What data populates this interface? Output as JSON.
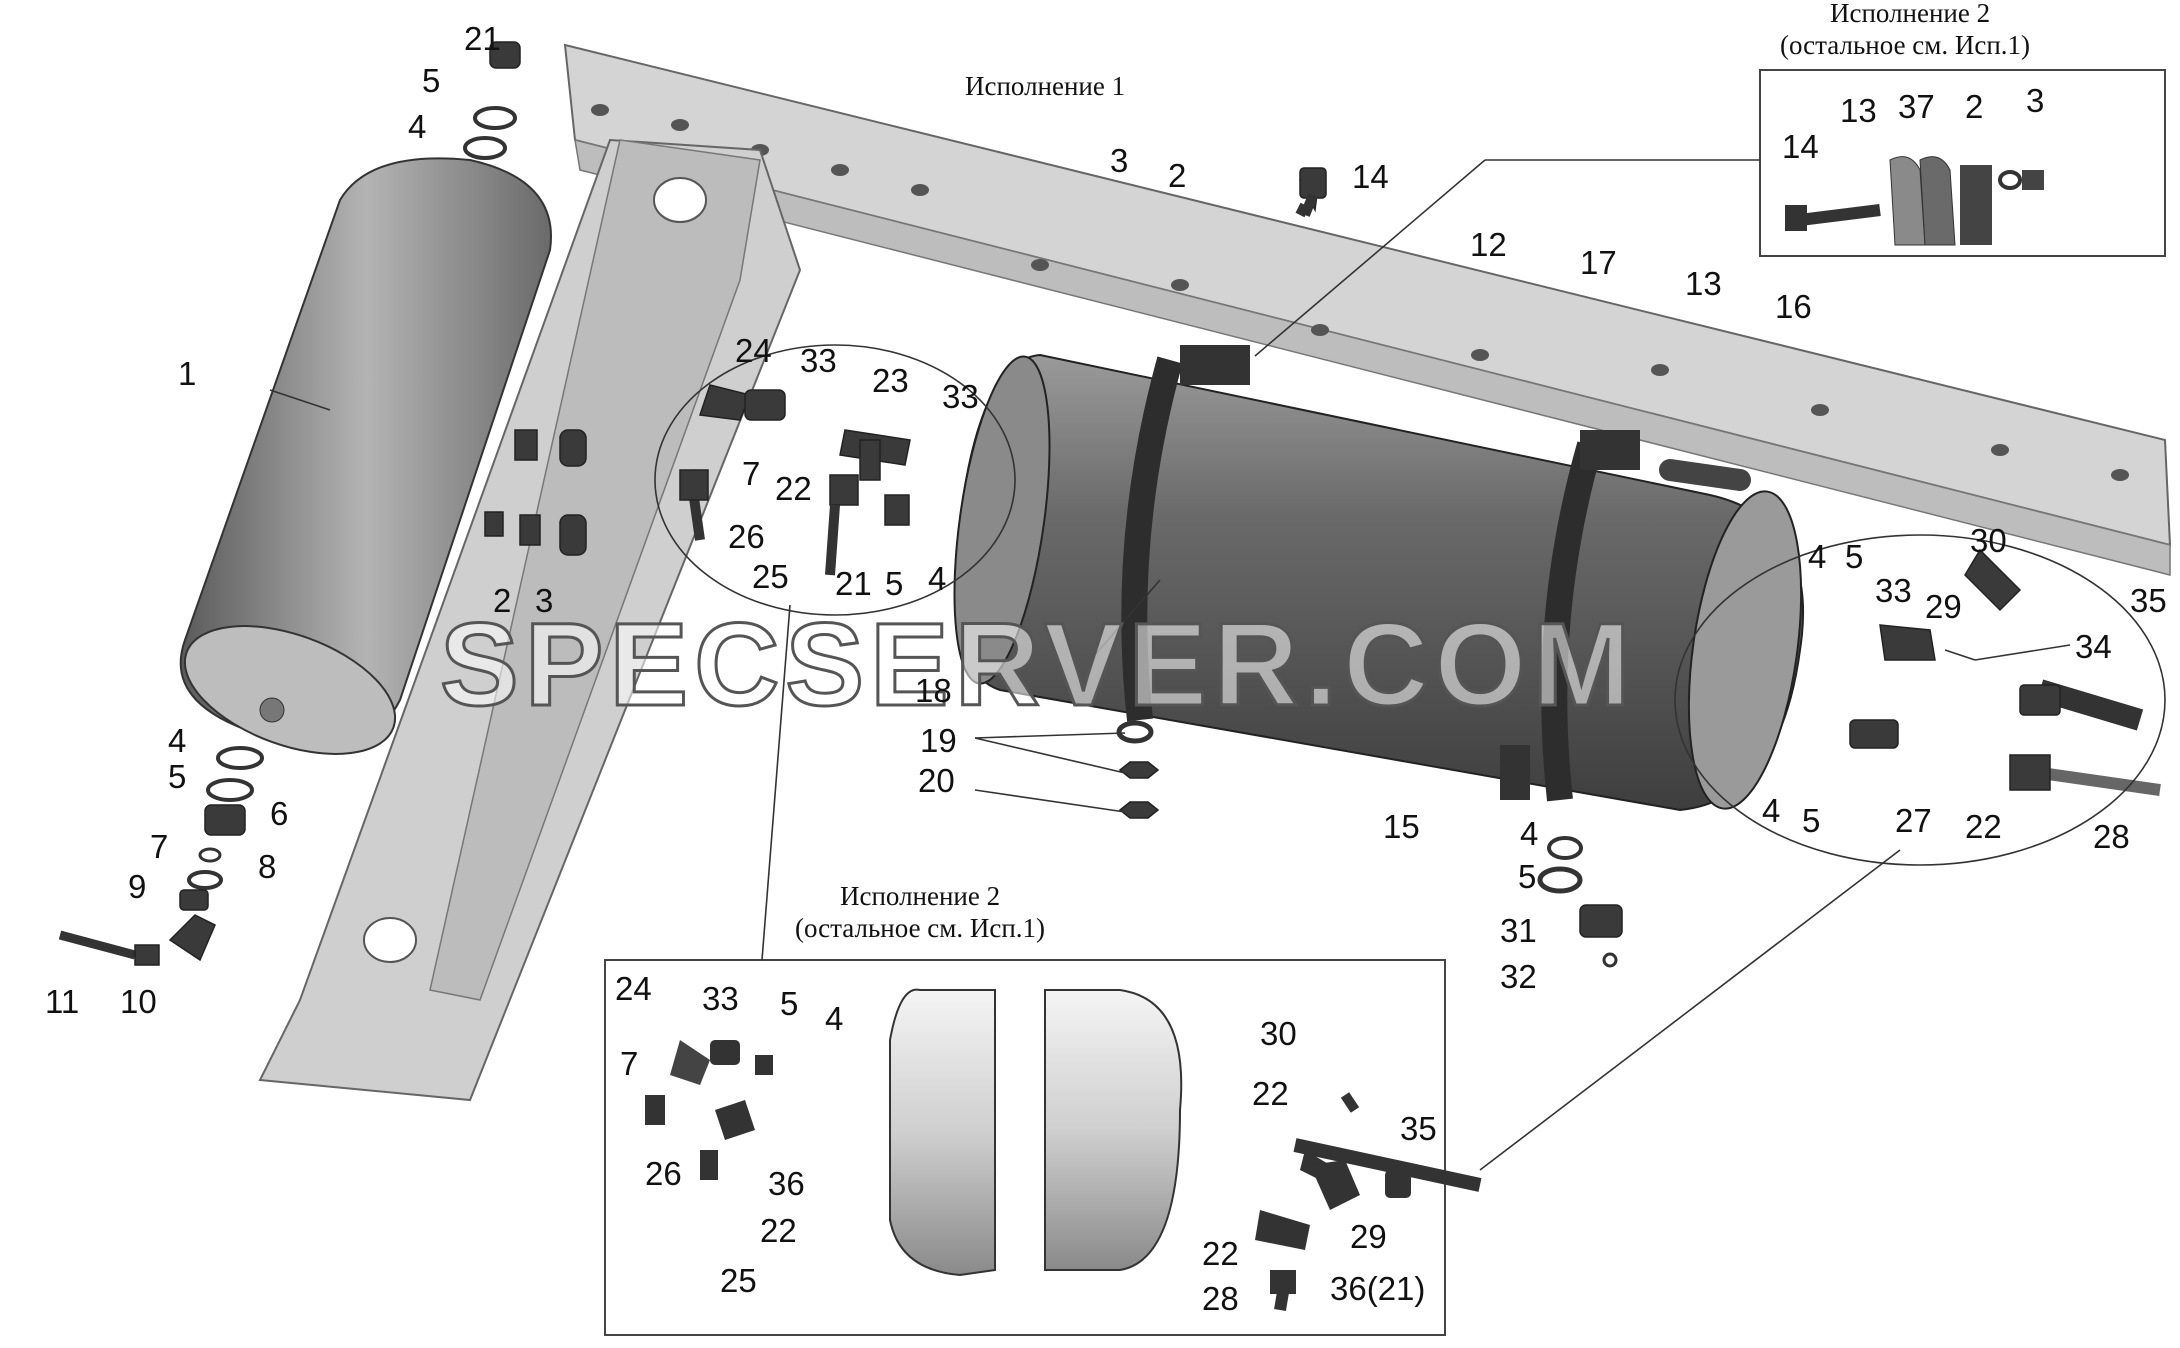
{
  "captions": {
    "isp1": "Исполнение 1",
    "isp2_top_line1": "Исполнение 2",
    "isp2_top_line2": "(остальное см. Исп.1)",
    "isp2_bottom_line1": "Исполнение 2",
    "isp2_bottom_line2": "(остальное см. Исп.1)"
  },
  "watermark": "SPECSERVER.COM",
  "labels_main": [
    "21",
    "5",
    "4",
    "1",
    "4",
    "5",
    "6",
    "7",
    "8",
    "9",
    "10",
    "11",
    "24",
    "33",
    "23",
    "33",
    "7",
    "22",
    "26",
    "25",
    "21",
    "5",
    "4",
    "2",
    "3",
    "3",
    "2",
    "14",
    "12",
    "17",
    "13",
    "16",
    "18",
    "19",
    "20",
    "15",
    "4",
    "5",
    "31",
    "32",
    "4",
    "5",
    "33",
    "29",
    "30",
    "34",
    "35",
    "4",
    "5",
    "27",
    "22",
    "28"
  ],
  "labels_top_inset": [
    "14",
    "13",
    "37",
    "2",
    "3"
  ],
  "labels_bottom_inset": [
    "24",
    "33",
    "5",
    "4",
    "7",
    "26",
    "36",
    "22",
    "25",
    "30",
    "22",
    "35",
    "29",
    "22",
    "28",
    "36(21)"
  ],
  "colors": {
    "frame": "#c8c8c8",
    "tank": "#6f6f6f",
    "parts": "#3a3a3a",
    "inset_tank": "#e0e0e0"
  }
}
